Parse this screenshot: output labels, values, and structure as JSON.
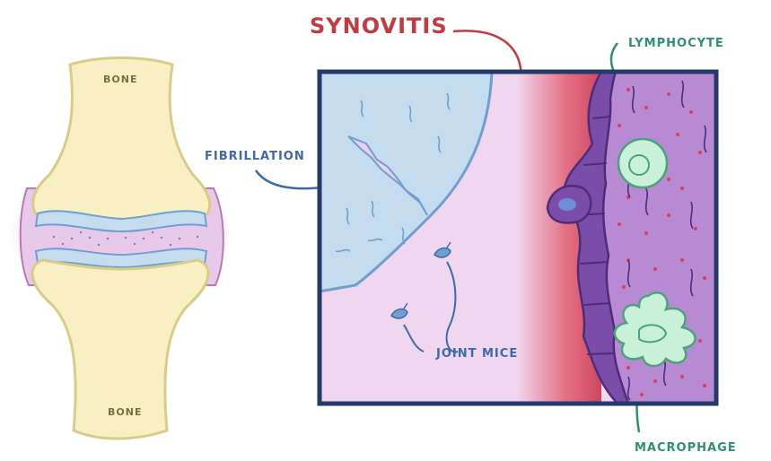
{
  "labels": {
    "bone_top": "BONE",
    "bone_bottom": "BONE",
    "fibrillation": "FIBRILLATION",
    "synovitis": "SYNOVITIS",
    "lymphocyte": "LYMPHOCYTE",
    "macrophage": "MACROPHAGE",
    "joint_mice": "JOINT MICE"
  },
  "colors": {
    "bone_fill": "#f8efc4",
    "bone_stroke": "#d8cd86",
    "cartilage": "#c5dcef",
    "cartilage_stroke": "#6f9fcf",
    "joint_space": "#eccbe8",
    "inflammation": "#d9405b",
    "synovium_dark": "#7a4ea8",
    "synovium_light": "#b88ad3",
    "panel_bg": "#f0d7ef",
    "panel_border": "#243a6b",
    "cell_fill": "#c9f1d8",
    "cell_stroke": "#4aa37d",
    "red_text": "#c33b3f",
    "blue_text": "#3d6aa8",
    "green_text": "#2f8f72"
  }
}
